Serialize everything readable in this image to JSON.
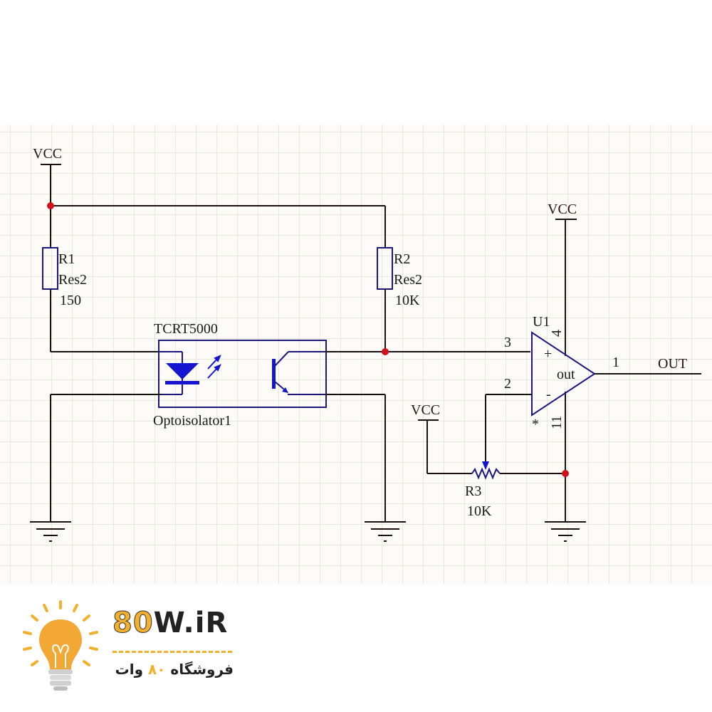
{
  "schematic": {
    "power_labels": {
      "vcc_top_left": "VCC",
      "vcc_opamp": "VCC",
      "vcc_pot": "VCC"
    },
    "r1": {
      "designator": "R1",
      "type": "Res2",
      "value": "150"
    },
    "r2": {
      "designator": "R2",
      "type": "Res2",
      "value": "10K"
    },
    "r3": {
      "designator": "R3",
      "value": "10K"
    },
    "optoisolator": {
      "part": "TCRT5000",
      "designator": "Optoisolator1"
    },
    "opamp": {
      "designator": "U1",
      "pin_plus": "3",
      "pin_minus": "2",
      "pin_out": "1",
      "pin_vcc": "4",
      "pin_gnd": "11",
      "plus_sign": "+",
      "minus_sign": "-",
      "out_text": "out",
      "marker": "*"
    },
    "output_net": "OUT",
    "colors": {
      "wire": "#1a1010",
      "component": "#1a1780",
      "junction": "#d0101a",
      "led_fill": "#1515d0"
    }
  },
  "footer": {
    "brand_num": "80",
    "brand_rest": "W.iR",
    "tagline_pre": "فروشگاه ",
    "tagline_num": "۸۰",
    "tagline_post": " وات",
    "accent": "#f3b02c"
  }
}
